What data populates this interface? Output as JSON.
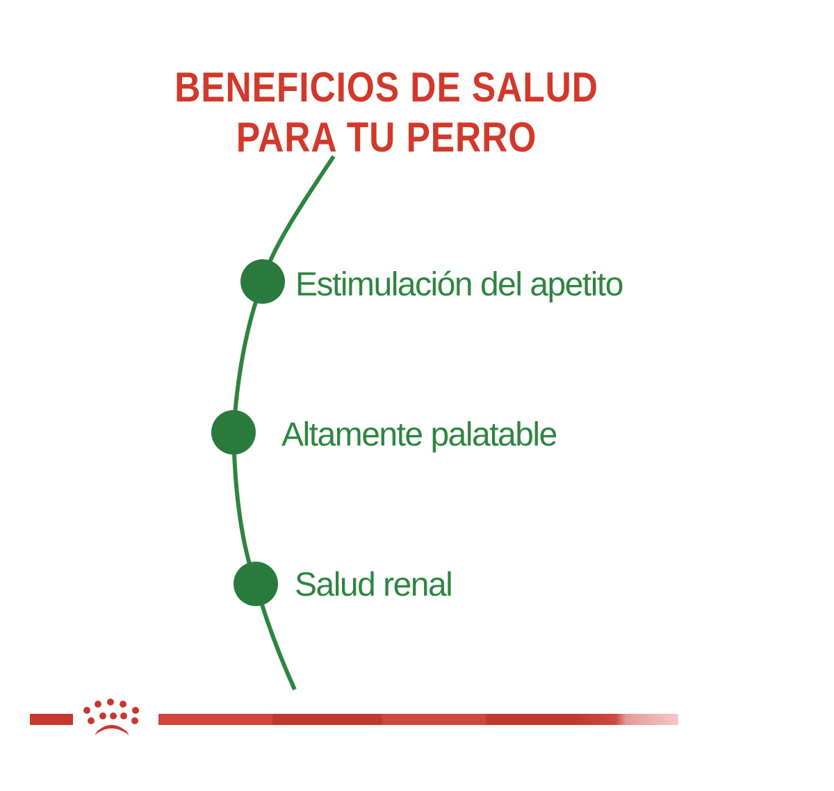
{
  "title": {
    "line1": "BENEFICIOS DE SALUD",
    "line2": "PARA TU PERRO"
  },
  "benefits": [
    {
      "label": "Estimulación del apetito"
    },
    {
      "label": "Altamente palatable"
    },
    {
      "label": "Salud renal"
    }
  ],
  "colors": {
    "title": "#d0392b",
    "green": "#2a7a3e",
    "brand_red": "#c8372d"
  },
  "footer": {
    "logo_icon": "royal-crown-icon"
  }
}
